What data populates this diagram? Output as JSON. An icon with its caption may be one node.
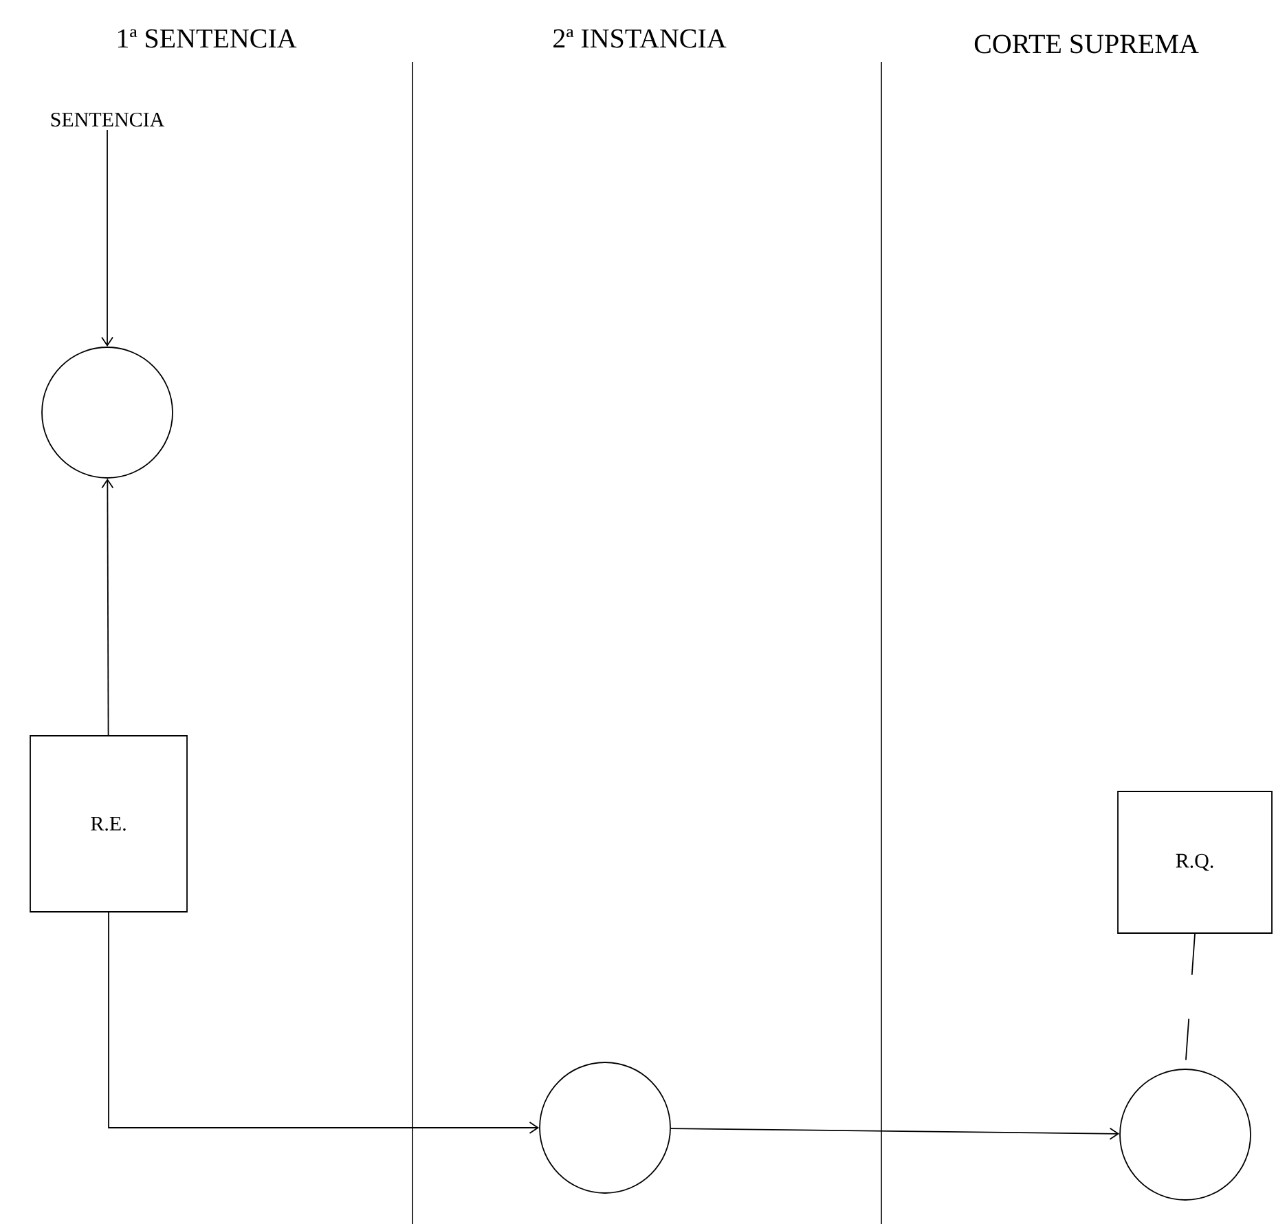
{
  "diagram": {
    "nodes": [
      {
        "text": [
          "SENTENCIA"
        ]
      },
      {
        "text": [],
        "shape": "circle"
      },
      {
        "text": [
          "R.E."
        ]
      },
      {
        "text": [
          "R.Q."
        ]
      },
      {
        "text": [],
        "shape": "circle"
      },
      {
        "text": [],
        "shape": "circle"
      }
    ],
    "edges": [
      {
        "from": 0,
        "to": 1,
        "arrow": "to"
      },
      {
        "from": 2,
        "to": 1,
        "arrow": "to"
      },
      {
        "from": 2,
        "to": 4,
        "arrow": "to"
      },
      {
        "from": 4,
        "to": 5,
        "arrow": "to"
      },
      {
        "from": 3,
        "to": 5,
        "arrow": "none",
        "style": "dashed"
      }
    ],
    "labels": [
      "1ª SENTENCIA",
      "2ª INSTANCIA",
      "CORTE SUPREMA"
    ]
  }
}
